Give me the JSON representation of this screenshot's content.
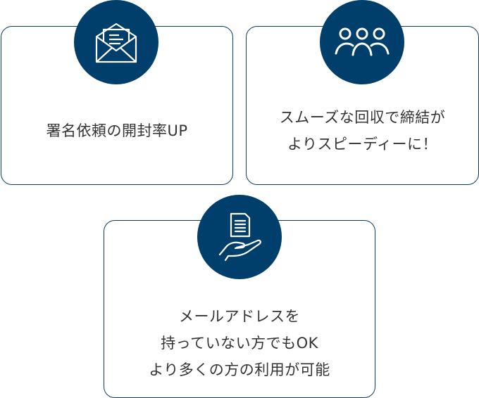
{
  "colors": {
    "accent": "#003e6b",
    "border": "#0d3d66",
    "text": "#333333",
    "background": "#ffffff"
  },
  "cards": [
    {
      "icon": "open-envelope-icon",
      "lines": [
        "署名依頼の開封率UP"
      ]
    },
    {
      "icon": "people-group-icon",
      "lines": [
        "スムーズな回収で締結が",
        "よりスピーディーに！"
      ]
    },
    {
      "icon": "document-in-hand-icon",
      "lines": [
        "メールアドレスを",
        "持っていない方でもOK",
        "より多くの方の利用が可能"
      ]
    }
  ]
}
